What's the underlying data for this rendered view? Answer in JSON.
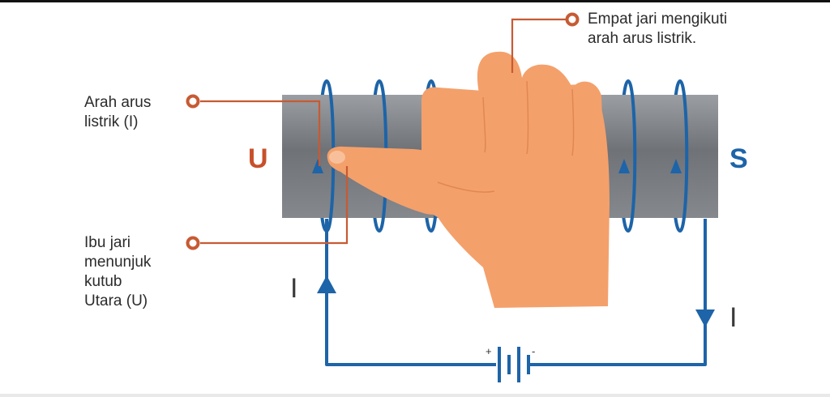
{
  "labels": {
    "fingers": [
      "Empat jari mengikuti",
      "arah arus listrik."
    ],
    "current_direction": [
      "Arah arus",
      "listrik (I)"
    ],
    "thumb": [
      "Ibu jari",
      "menunjuk",
      "kutub",
      "Utara (U)"
    ]
  },
  "poles": {
    "north": "U",
    "south": "S"
  },
  "current_symbol": "I",
  "battery": {
    "plus": "+",
    "minus": "-"
  },
  "colors": {
    "wire": "#1d64a8",
    "callout": "#c75a33",
    "north": "#c7502b",
    "south": "#1d64a8",
    "core": "#7f8287",
    "hand": "#f4a06b"
  }
}
